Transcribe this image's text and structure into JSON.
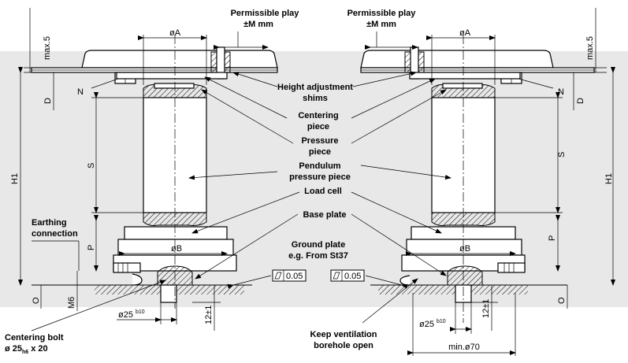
{
  "labels": {
    "permissible_play_left": "Permissible play",
    "permissible_play_left_value": "±M mm",
    "permissible_play_right": "Permissible play",
    "permissible_play_right_value": "±M mm",
    "height_adjustment_shims_1": "Height adjustment",
    "height_adjustment_shims_2": "shims",
    "centering_piece_1": "Centering",
    "centering_piece_2": "piece",
    "pressure_piece_1": "Pressure",
    "pressure_piece_2": "piece",
    "pendulum_pressure_piece_1": "Pendulum",
    "pendulum_pressure_piece_2": "pressure piece",
    "load_cell": "Load cell",
    "base_plate": "Base plate",
    "ground_plate_1": "Ground plate",
    "ground_plate_2": "e.g. From St37",
    "earthing_connection_1": "Earthing",
    "earthing_connection_2": "connection",
    "centering_bolt_1": "Centering bolt",
    "centering_bolt_2": "ø 25",
    "centering_bolt_sub": "h6",
    "centering_bolt_3": " x 20",
    "keep_ventilation_1": "Keep ventilation",
    "keep_ventilation_2": "borehole open"
  },
  "dimensions": {
    "diameter_a_left": "øA",
    "diameter_a_right": "øA",
    "diameter_b_left": "øB",
    "diameter_b_right": "øB",
    "max_left": "max.5",
    "max_right": "max.5",
    "d_left": "D",
    "d_right": "D",
    "n_left": "N",
    "n_right": "N",
    "s_left": "S",
    "s_right": "S",
    "h1_left": "H1",
    "h1_right": "H1",
    "p_left": "P",
    "p_right": "P",
    "o_left": "O",
    "o_right": "O",
    "m6": "M6",
    "bore_left": "ø25",
    "bore_left_tol": "b10",
    "bore_right": "ø25",
    "bore_right_tol": "b10",
    "height_left": "12±1",
    "height_right": "12±1",
    "min_diameter": "min.ø70",
    "flatness_left": "0.05",
    "flatness_right": "0.05"
  }
}
